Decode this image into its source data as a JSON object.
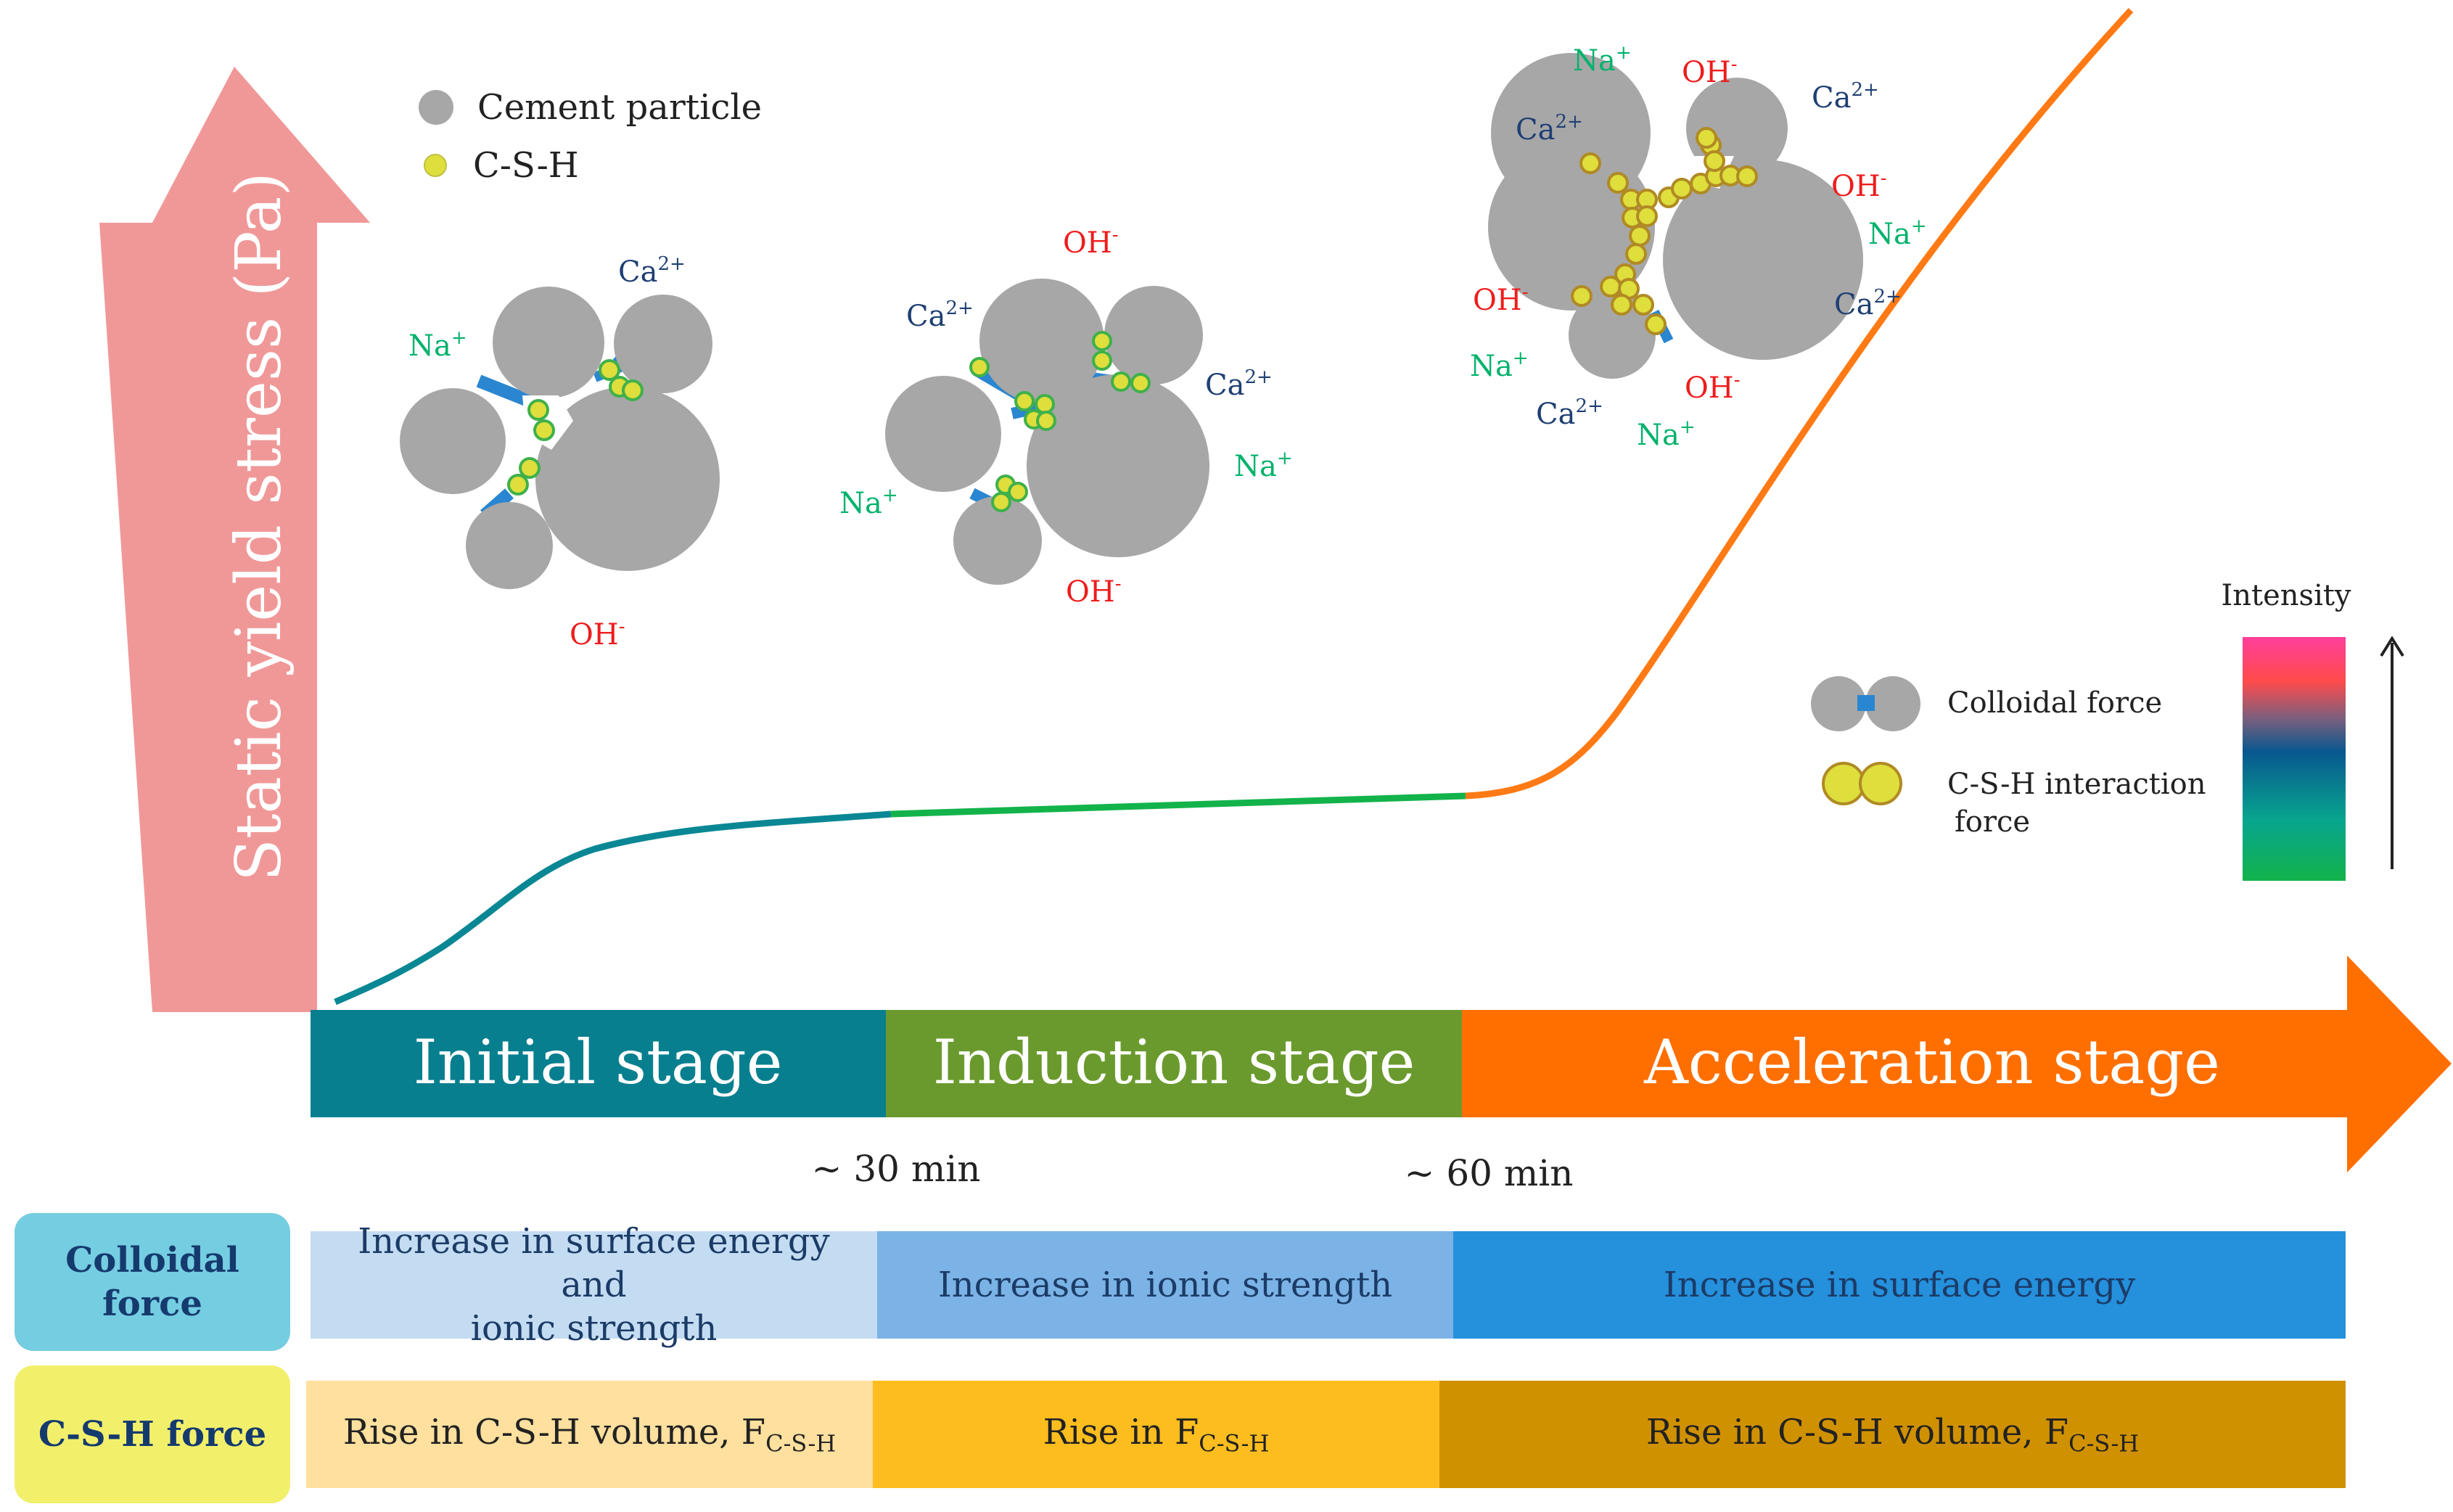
{
  "y_axis_label": "Static yield stress (Pa)",
  "stages": [
    {
      "label": "Initial stage",
      "color": "#077f8f"
    },
    {
      "label": "Induction stage",
      "color": "#6a9a2e"
    },
    {
      "label": "Acceleration stage",
      "color": "#ff6f00"
    }
  ],
  "times": [
    "~ 30 min",
    "~ 60 min"
  ],
  "legend_top": {
    "cement": "Cement particle",
    "csh": "C-S-H"
  },
  "legend_right": {
    "colloidal": "Colloidal force",
    "csh_line1": "C-S-H interaction",
    "csh_line2": "force",
    "intensity": "Intensity"
  },
  "ions": {
    "na": "Na",
    "na_sup": "+",
    "ca": "Ca",
    "ca_sup": "2+",
    "oh": "OH",
    "oh_sup": "-"
  },
  "rows": {
    "colloidal": {
      "label_line1": "Colloidal",
      "label_line2": "force",
      "cells": [
        {
          "line1": "Increase in surface energy and",
          "line2": "ionic strength"
        },
        {
          "line1": "Increase in ionic strength"
        },
        {
          "line1": "Increase in surface energy"
        }
      ]
    },
    "csh": {
      "label": "C-S-H force",
      "cells": [
        {
          "text": "Rise in C-S-H volume, F",
          "sub": "C-S-H"
        },
        {
          "text": "Rise in F",
          "sub": "C-S-H"
        },
        {
          "text": "Rise in C-S-H volume, F",
          "sub": "C-S-H"
        }
      ]
    }
  },
  "colors": {
    "cement": "#a7a7a7",
    "bond": "#2a86d0",
    "csh_fill": "#dede3c",
    "csh_stroke_green": "#3fb14a",
    "csh_stroke_brown": "#b08a24",
    "na": "#00b26b",
    "ca": "#1f3f73",
    "oh": "#ee1c1c",
    "arrow_y": "#f09898",
    "curve_initial": "#0a8794",
    "curve_induction": "#13b34b",
    "curve_accel": "#ff7a14"
  }
}
